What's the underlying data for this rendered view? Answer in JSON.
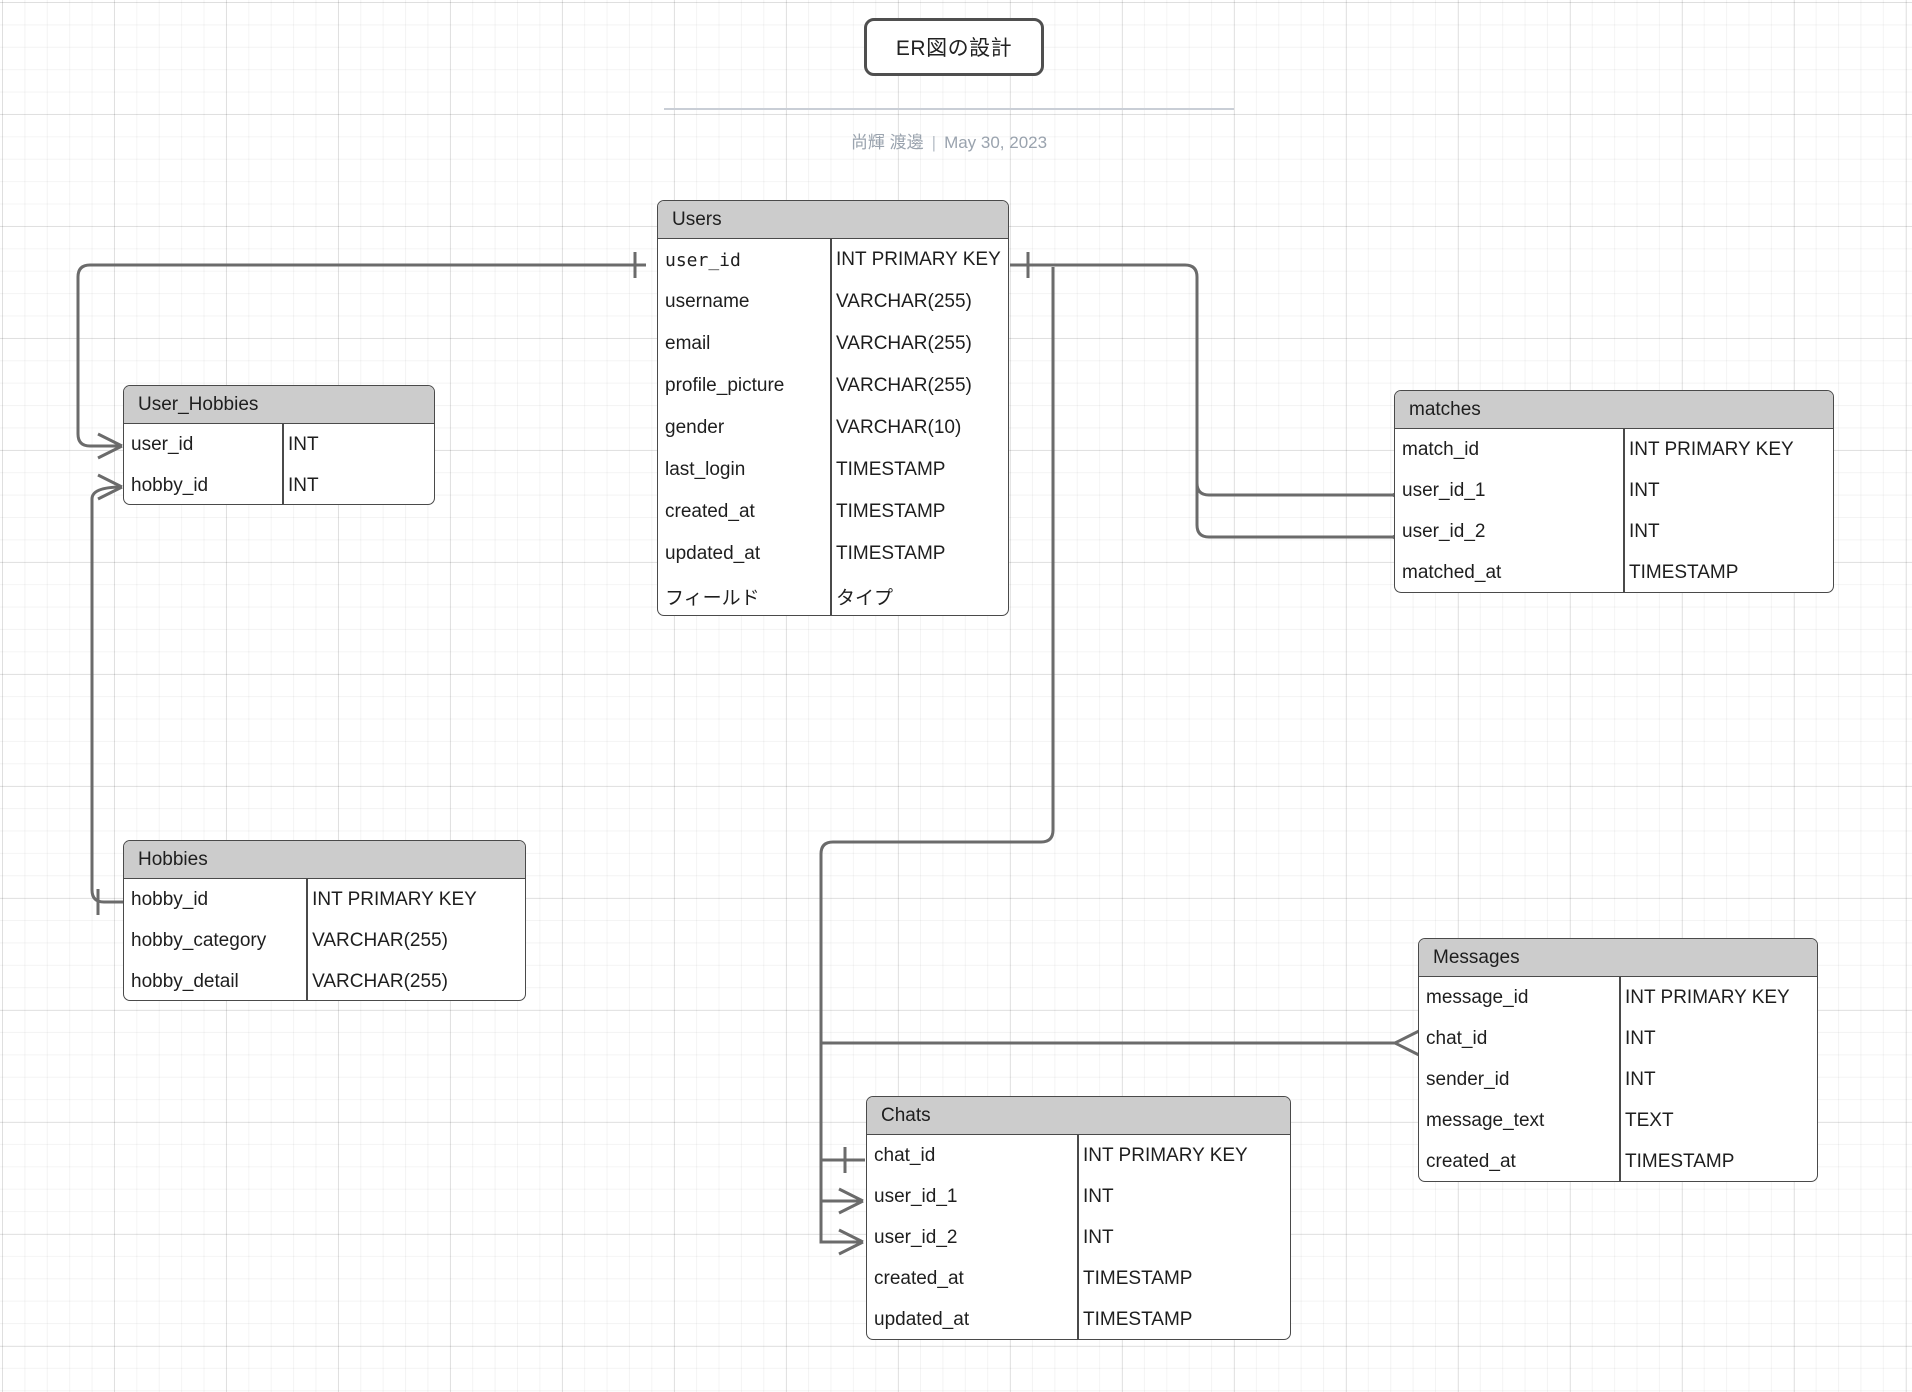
{
  "document": {
    "title": "ER図の設計",
    "author": "尚輝 渡邊",
    "separator": "|",
    "date": "May 30, 2023"
  },
  "theme": {
    "header_fill": "#cccccc",
    "border": "#4a4a4a",
    "connector": "#6b6b6b",
    "text": "#1e1e1e",
    "byline_text": "#9aa3ae",
    "canvas": "#ffffff"
  },
  "diagram": {
    "type": "entity-relationship",
    "notation": "crow's-foot",
    "tables": [
      {
        "name": "Users",
        "columns": [
          {
            "field": "user_id",
            "type": "INT PRIMARY KEY"
          },
          {
            "field": "username",
            "type": "VARCHAR(255)"
          },
          {
            "field": "email",
            "type": "VARCHAR(255)"
          },
          {
            "field": "profile_picture",
            "type": "VARCHAR(255)"
          },
          {
            "field": "gender",
            "type": "VARCHAR(10)"
          },
          {
            "field": "last_login",
            "type": "TIMESTAMP"
          },
          {
            "field": "created_at",
            "type": "TIMESTAMP"
          },
          {
            "field": "updated_at",
            "type": "TIMESTAMP"
          },
          {
            "field": "フィールド",
            "type": "タイプ"
          }
        ]
      },
      {
        "name": "User_Hobbies",
        "columns": [
          {
            "field": "user_id",
            "type": "INT"
          },
          {
            "field": "hobby_id",
            "type": "INT"
          }
        ]
      },
      {
        "name": "Hobbies",
        "columns": [
          {
            "field": "hobby_id",
            "type": "INT PRIMARY KEY"
          },
          {
            "field": "hobby_category",
            "type": "VARCHAR(255)"
          },
          {
            "field": "hobby_detail",
            "type": "VARCHAR(255)"
          }
        ]
      },
      {
        "name": "matches",
        "columns": [
          {
            "field": "match_id",
            "type": "INT PRIMARY KEY"
          },
          {
            "field": "user_id_1",
            "type": "INT"
          },
          {
            "field": "user_id_2",
            "type": "INT"
          },
          {
            "field": "matched_at",
            "type": "TIMESTAMP"
          }
        ]
      },
      {
        "name": "Messages",
        "columns": [
          {
            "field": "message_id",
            "type": "INT PRIMARY KEY"
          },
          {
            "field": "chat_id",
            "type": "INT"
          },
          {
            "field": "sender_id",
            "type": "INT"
          },
          {
            "field": "message_text",
            "type": "TEXT"
          },
          {
            "field": "created_at",
            "type": "TIMESTAMP"
          }
        ]
      },
      {
        "name": "Chats",
        "columns": [
          {
            "field": "chat_id",
            "type": "INT PRIMARY KEY"
          },
          {
            "field": "user_id_1",
            "type": "INT"
          },
          {
            "field": "user_id_2",
            "type": "INT"
          },
          {
            "field": "created_at",
            "type": "TIMESTAMP"
          },
          {
            "field": "updated_at",
            "type": "TIMESTAMP"
          }
        ]
      }
    ],
    "relationships": [
      {
        "from": "Users.user_id",
        "to": "User_Hobbies.user_id",
        "from_card": "one",
        "to_card": "many"
      },
      {
        "from": "Hobbies.hobby_id",
        "to": "User_Hobbies.hobby_id",
        "from_card": "one",
        "to_card": "many"
      },
      {
        "from": "Users.user_id",
        "to": "matches.user_id_1",
        "from_card": "one",
        "to_card": "many"
      },
      {
        "from": "Users.user_id",
        "to": "matches.user_id_2",
        "from_card": "one",
        "to_card": "many"
      },
      {
        "from": "Chats.chat_id",
        "to": "Messages.chat_id",
        "from_card": "one",
        "to_card": "many"
      },
      {
        "from": "Users.user_id",
        "to": "Chats.user_id_1",
        "from_card": "one",
        "to_card": "many"
      },
      {
        "from": "Users.user_id",
        "to": "Chats.user_id_2",
        "from_card": "one",
        "to_card": "many"
      }
    ]
  }
}
